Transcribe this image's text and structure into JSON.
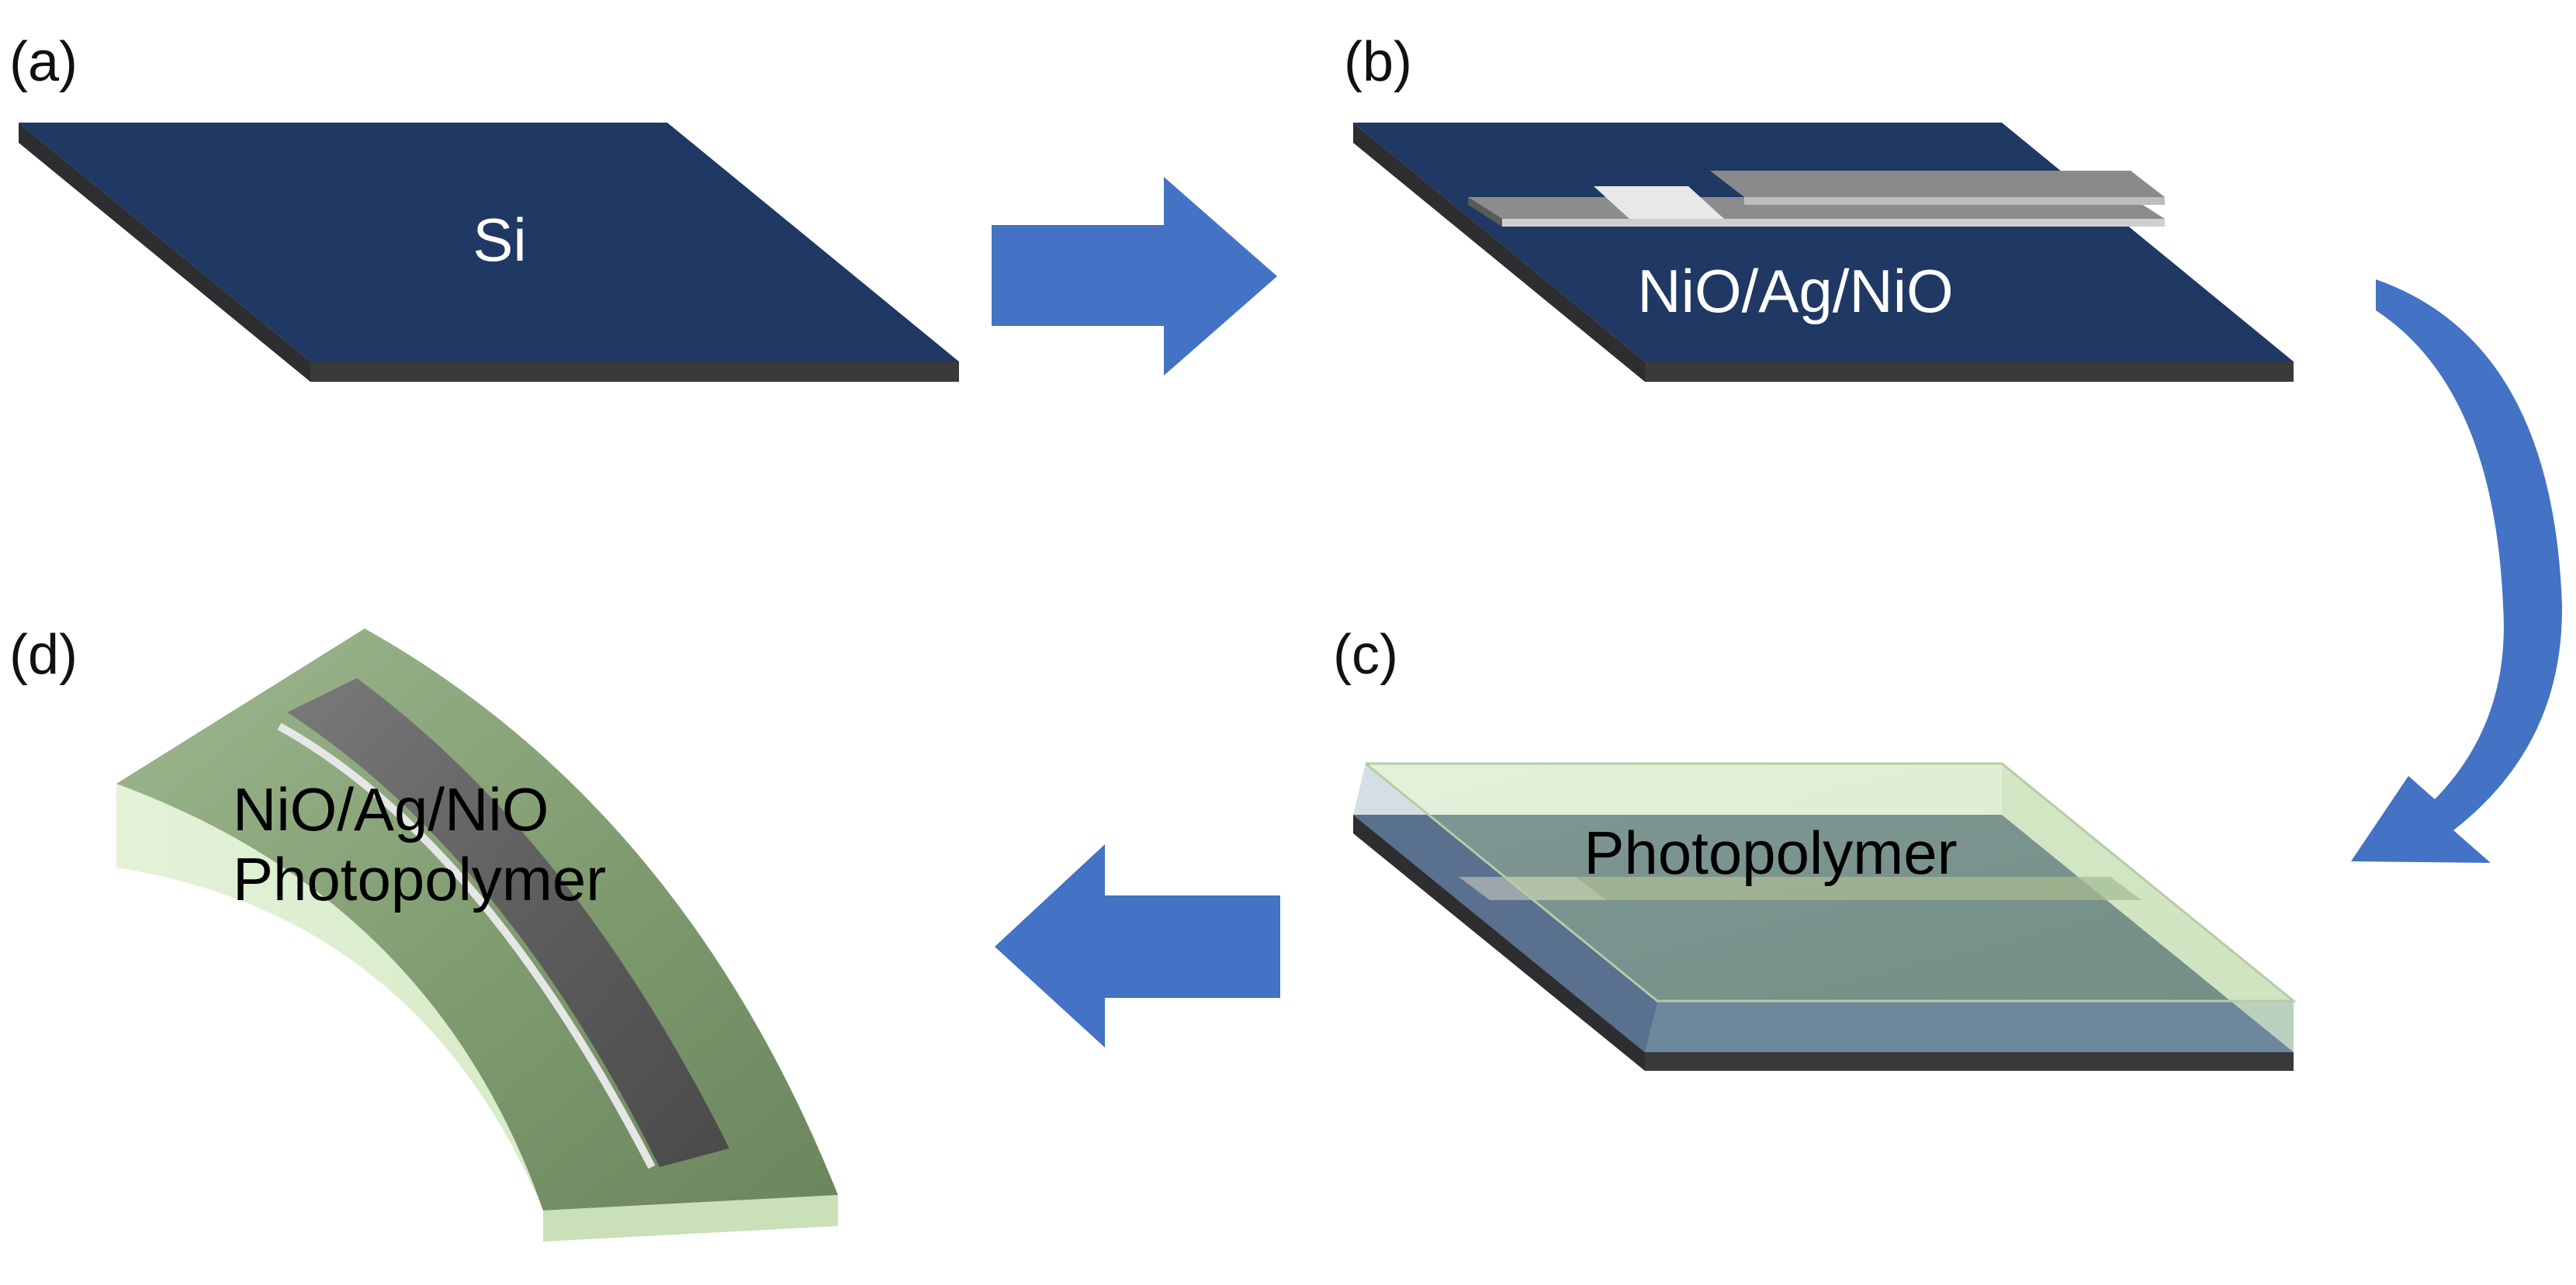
{
  "panels": {
    "a": {
      "label": "(a)",
      "substrate_label": "Si"
    },
    "b": {
      "label": "(b)",
      "film_label": "NiO/Ag/NiO"
    },
    "c": {
      "label": "(c)",
      "coating_label": "Photopolymer"
    },
    "d": {
      "label": "(d)",
      "line1": "NiO/Ag/NiO",
      "line2": "Photopolymer"
    }
  },
  "colors": {
    "substrate": "#1f3864",
    "substrate_edge": "#2e2e30",
    "arrow": "#4472c4",
    "film_gray": "#8c8c8c",
    "film_light": "#e8e8e8",
    "polymer": "#c6e0b4"
  },
  "icons": {
    "arrow_right": "arrow-right-icon",
    "arrow_curved": "curved-arrow-down-icon",
    "arrow_left": "arrow-left-icon"
  }
}
